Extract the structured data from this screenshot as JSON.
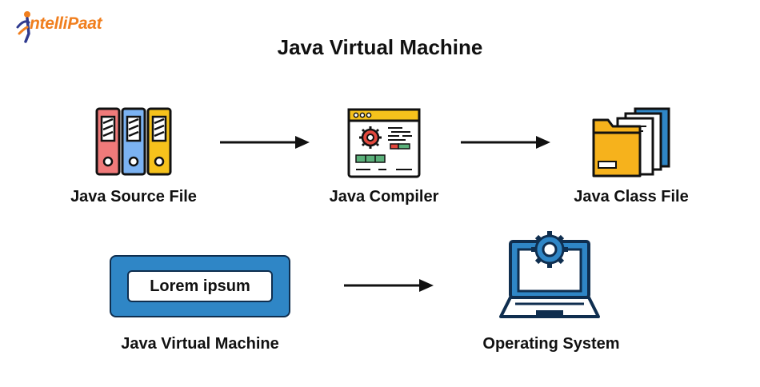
{
  "brand": {
    "logo_text": "ntelliPaat",
    "colors": {
      "orange": "#f07f1f",
      "blue": "#2f86c6",
      "navy": "#0f2e4f"
    }
  },
  "title": "Java Virtual Machine",
  "nodes": {
    "source": {
      "label": "Java Source File",
      "icon": "binders-icon"
    },
    "compiler": {
      "label": "Java Compiler",
      "icon": "compiler-window-icon"
    },
    "classfile": {
      "label": "Java Class File",
      "icon": "folder-files-icon"
    },
    "jvm": {
      "label": "Java Virtual Machine",
      "box_text": "Lorem ipsum"
    },
    "os": {
      "label": "Operating System",
      "icon": "laptop-gear-icon"
    }
  }
}
